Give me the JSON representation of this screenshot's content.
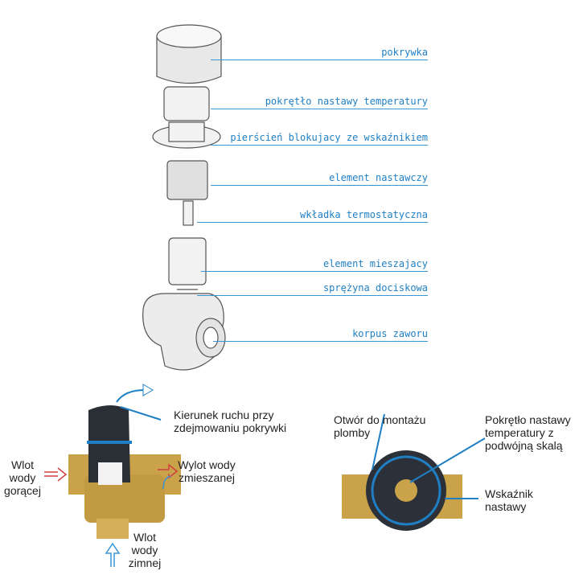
{
  "exploded_labels": [
    "pokrywka",
    "pokrętło nastawy temperatury",
    "pierścień blokujacy ze wskaźnikiem",
    "element nastawczy",
    "wkładka termostatyczna",
    "element mieszajacy",
    "sprężyna dociskowa",
    "korpus zaworu"
  ],
  "valve_front": {
    "direction": "Kierunek ruchu przy zdejmowaniu pokrywki",
    "hot_inlet": "Wlot wody gorącej",
    "mixed_outlet": "Wylot wody zmieszanej",
    "cold_inlet": "Wlot wody zimnej"
  },
  "valve_top": {
    "seal_hole": "Otwór do montażu plomby",
    "knob": "Pokrętło nastawy temperatury z podwójną skalą",
    "indicator": "Wskaźnik nastawy"
  },
  "colors": {
    "accent": "#1f7fc4",
    "hot": "#d04040",
    "cold": "#3a95d4",
    "brass": "#c9a24a"
  }
}
